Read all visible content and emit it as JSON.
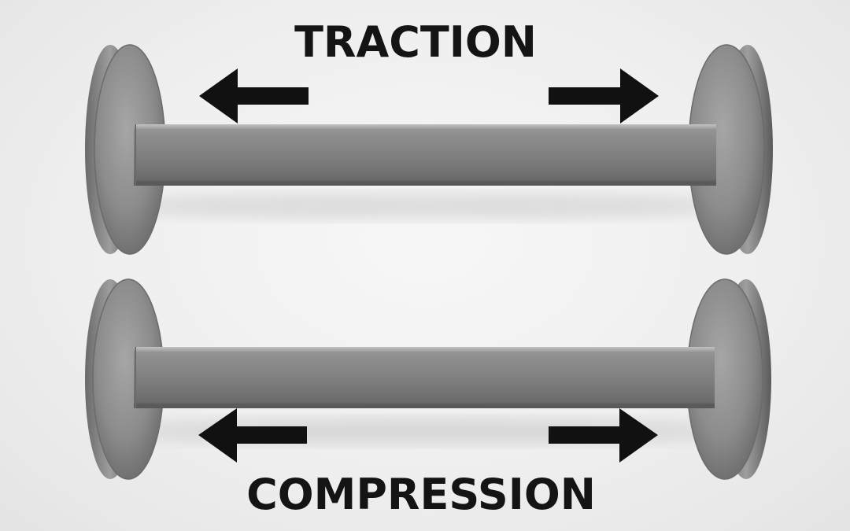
{
  "labels": {
    "traction": "TRACTION",
    "compression": "COMPRESSION"
  },
  "colors": {
    "background": "#eeeeee",
    "metal": "#8a8a8a",
    "metal_dark": "#5e5e5e",
    "metal_light": "#b4b4b4",
    "arrow": "#111111",
    "text": "#141414"
  },
  "specimens": [
    {
      "name": "traction-specimen",
      "force_direction": "outward"
    },
    {
      "name": "compression-specimen",
      "force_direction": "outward"
    }
  ]
}
